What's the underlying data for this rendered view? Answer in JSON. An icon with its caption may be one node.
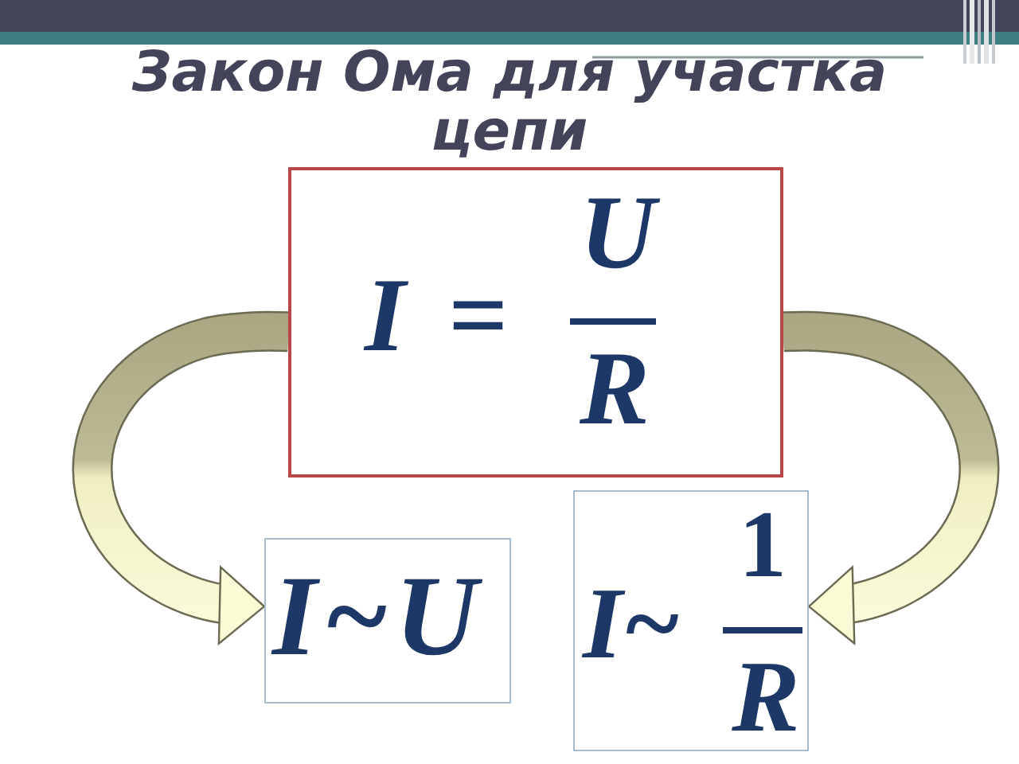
{
  "diagram": {
    "title": "Закон Ома для участка цепи",
    "nodes": [
      {
        "text": [
          "I =",
          "U",
          "R"
        ]
      },
      {
        "text": [
          "I~U"
        ]
      },
      {
        "text": [
          "I~",
          "1",
          "R"
        ]
      }
    ],
    "edges": [
      {
        "from": 0,
        "to": 1,
        "arrow": "to"
      },
      {
        "from": 0,
        "to": 2,
        "arrow": "to"
      }
    ]
  }
}
